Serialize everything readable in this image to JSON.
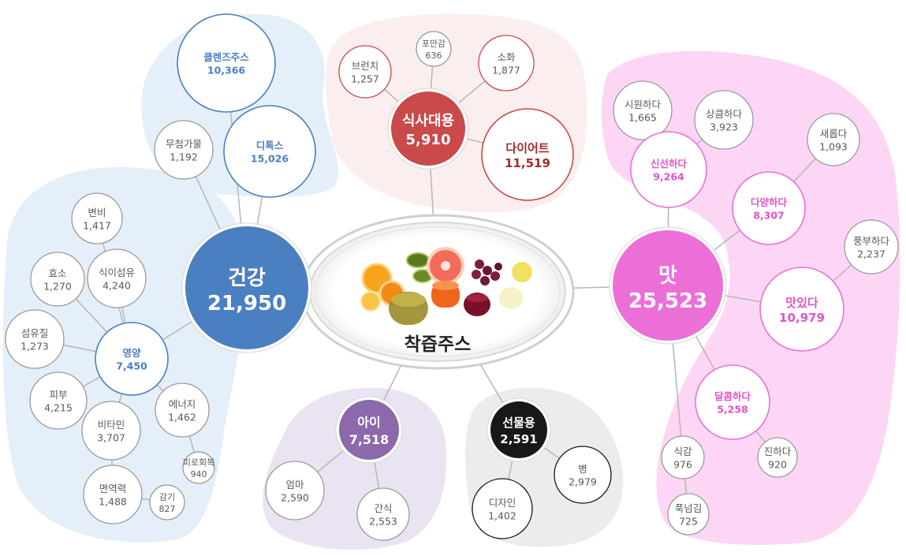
{
  "center": {
    "label": "착즙주스"
  },
  "colors": {
    "health": "#4a7fc1",
    "health_region": "#e4eff9",
    "meal": "#c94a48",
    "meal_text": "#a32b2b",
    "meal_region": "#fbeeee",
    "taste": "#ec6fd8",
    "taste_text": "#e053c9",
    "taste_region": "#fcd6f4",
    "kids": "#8b69ab",
    "kids_region": "#eae3f2",
    "gift": "#181818",
    "gift_region": "#ececec",
    "node_text": "#595959",
    "node_stroke": "#9a9a9a",
    "line": "#b6b6b6"
  },
  "categories": {
    "health": {
      "label": "건강",
      "value": "21,950"
    },
    "meal": {
      "label": "식사대용",
      "value": "5,910"
    },
    "taste": {
      "label": "맛",
      "value": "25,523"
    },
    "kids": {
      "label": "아이",
      "value": "7,518"
    },
    "gift": {
      "label": "선물용",
      "value": "2,591"
    }
  },
  "nodes": {
    "cleanse": {
      "label": "클렌즈주스",
      "value": "10,366"
    },
    "detox": {
      "label": "디톡스",
      "value": "15,026"
    },
    "noadd": {
      "label": "무첨가물",
      "value": "1,192"
    },
    "nutrition": {
      "label": "영양",
      "value": "7,450"
    },
    "constipation": {
      "label": "변비",
      "value": "1,417"
    },
    "enzyme": {
      "label": "효소",
      "value": "1,270"
    },
    "dietfiber": {
      "label": "식이섬유",
      "value": "4,240"
    },
    "fiber": {
      "label": "섬유질",
      "value": "1,273"
    },
    "skin": {
      "label": "피부",
      "value": "4,215"
    },
    "vitamin": {
      "label": "비타민",
      "value": "3,707"
    },
    "energy": {
      "label": "에너지",
      "value": "1,462"
    },
    "fatigue": {
      "label": "피로회복",
      "value": "940"
    },
    "immunity": {
      "label": "면역력",
      "value": "1,488"
    },
    "cold": {
      "label": "감기",
      "value": "827"
    },
    "brunch": {
      "label": "브런치",
      "value": "1,257"
    },
    "fullness": {
      "label": "포만감",
      "value": "636"
    },
    "digestion": {
      "label": "소화",
      "value": "1,877"
    },
    "diet": {
      "label": "다이어트",
      "value": "11,519"
    },
    "cool": {
      "label": "시원하다",
      "value": "1,665"
    },
    "refresh": {
      "label": "상큼하다",
      "value": "3,923"
    },
    "new": {
      "label": "새롭다",
      "value": "1,093"
    },
    "fresh": {
      "label": "신선하다",
      "value": "9,264"
    },
    "various": {
      "label": "다양하다",
      "value": "8,307"
    },
    "rich": {
      "label": "풍부하다",
      "value": "2,237"
    },
    "tasty": {
      "label": "맛있다",
      "value": "10,979"
    },
    "sweet": {
      "label": "달콤하다",
      "value": "5,258"
    },
    "texture": {
      "label": "식감",
      "value": "976"
    },
    "thick": {
      "label": "진하다",
      "value": "920"
    },
    "ample": {
      "label": "푹넘김",
      "value": "725"
    },
    "mom": {
      "label": "엄마",
      "value": "2,590"
    },
    "snack": {
      "label": "간식",
      "value": "2,553"
    },
    "design": {
      "label": "디자인",
      "value": "1,402"
    },
    "bottle": {
      "label": "병",
      "value": "2,979"
    }
  }
}
